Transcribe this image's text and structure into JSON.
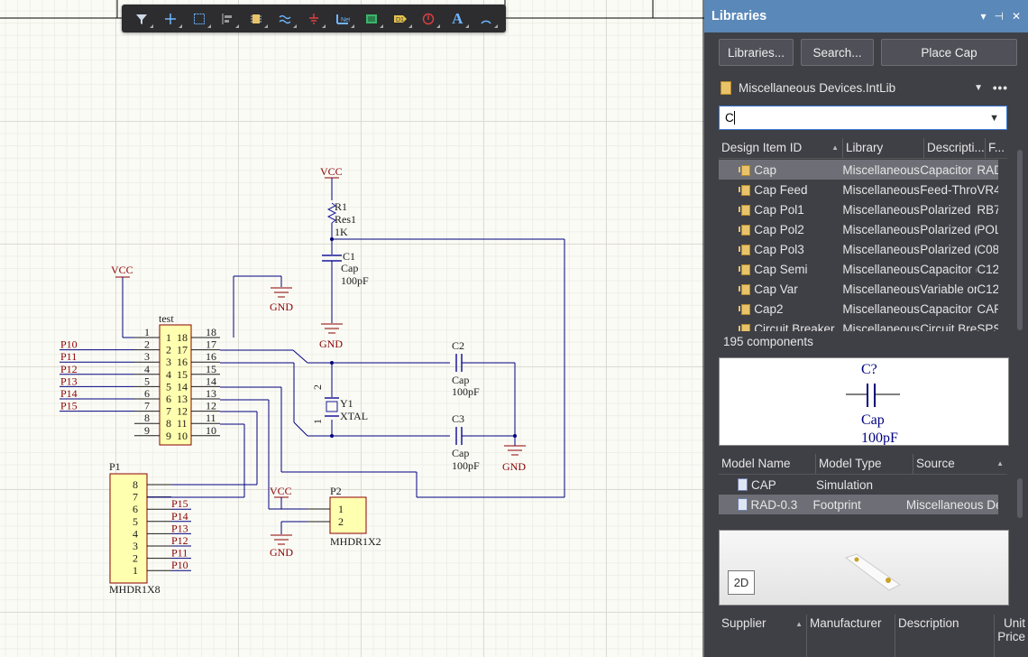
{
  "toolbar": {
    "icons": [
      "filter-icon",
      "crosshair-icon",
      "select-rect-icon",
      "align-icon",
      "place-part-icon",
      "wire-icon",
      "power-port-icon",
      "bus-icon",
      "sheet-symbol-icon",
      "port-icon",
      "directive-icon",
      "text-icon",
      "arc-icon"
    ]
  },
  "schematic": {
    "vcc1": "VCC",
    "vcc2": "VCC",
    "vcc3": "VCC",
    "gnd1": "GND",
    "gnd2": "GND",
    "gnd3": "GND",
    "gnd4": "GND",
    "r1": {
      "designator": "R1",
      "comment": "Res1",
      "value": "1K"
    },
    "c1": {
      "designator": "C1",
      "comment": "Cap",
      "value": "100pF"
    },
    "c2": {
      "designator": "C2",
      "comment": "Cap",
      "value": "100pF"
    },
    "c3": {
      "designator": "C3",
      "comment": "Cap",
      "value": "100pF"
    },
    "y1": {
      "designator": "Y1",
      "comment": "XTAL",
      "pin2": "2",
      "pin1": "1"
    },
    "u_test": {
      "designator": "test",
      "left_pins": [
        "1",
        "2",
        "3",
        "4",
        "5",
        "6",
        "7",
        "8",
        "9"
      ],
      "right_pins": [
        "18",
        "17",
        "16",
        "15",
        "14",
        "13",
        "12",
        "11",
        "10"
      ],
      "inner_left": [
        "1",
        "2",
        "3",
        "4",
        "5",
        "6",
        "7",
        "8",
        "9"
      ],
      "inner_right": [
        "18",
        "17",
        "16",
        "15",
        "14",
        "13",
        "12",
        "11",
        "10"
      ],
      "nets_left": [
        "P10",
        "P11",
        "P12",
        "P13",
        "P14",
        "P15"
      ]
    },
    "p1": {
      "designator": "P1",
      "comment": "MHDR1X8",
      "pins": [
        "8",
        "7",
        "6",
        "5",
        "4",
        "3",
        "2",
        "1"
      ],
      "nets": [
        "P15",
        "P14",
        "P13",
        "P12",
        "P11",
        "P10"
      ]
    },
    "p2": {
      "designator": "P2",
      "comment": "MHDR1X2",
      "pins": [
        "1",
        "2"
      ]
    }
  },
  "panel": {
    "title": "Libraries",
    "buttons": {
      "libraries": "Libraries...",
      "search": "Search...",
      "place": "Place Cap"
    },
    "library": "Miscellaneous Devices.IntLib",
    "search_value": "C",
    "columns": [
      "Design Item ID",
      "Library",
      "Descripti...",
      "F..."
    ],
    "components": [
      {
        "id": "Cap",
        "library": "Miscellaneous",
        "desc": "Capacitor",
        "fp": "RAD"
      },
      {
        "id": "Cap Feed",
        "library": "Miscellaneous",
        "desc": "Feed-Thro",
        "fp": "VR4"
      },
      {
        "id": "Cap Pol1",
        "library": "Miscellaneous",
        "desc": "Polarized",
        "fp": "RB7"
      },
      {
        "id": "Cap Pol2",
        "library": "Miscellaneous",
        "desc": "Polarized (",
        "fp": "POL"
      },
      {
        "id": "Cap Pol3",
        "library": "Miscellaneous",
        "desc": "Polarized (",
        "fp": "C08"
      },
      {
        "id": "Cap Semi",
        "library": "Miscellaneous",
        "desc": "Capacitor (",
        "fp": "C12"
      },
      {
        "id": "Cap Var",
        "library": "Miscellaneous",
        "desc": "Variable or",
        "fp": "C12"
      },
      {
        "id": "Cap2",
        "library": "Miscellaneous",
        "desc": "Capacitor",
        "fp": "CAP"
      },
      {
        "id": "Circuit Breaker",
        "library": "Miscellaneous",
        "desc": "Circuit Bre",
        "fp": "SPST"
      }
    ],
    "count": "195 components",
    "preview": {
      "designator": "C?",
      "comment": "Cap",
      "value": "100pF"
    },
    "model_columns": [
      "Model Name",
      "Model Type",
      "Source"
    ],
    "models": [
      {
        "name": "CAP",
        "type": "Simulation",
        "source": ""
      },
      {
        "name": "RAD-0.3",
        "type": "Footprint",
        "source": "Miscellaneous De"
      }
    ],
    "view_button": "2D",
    "supplier_columns": [
      "Supplier",
      "Manufacturer",
      "Description",
      "Unit Price"
    ]
  },
  "colors": {
    "panel_bg": "#3f3f46",
    "title_bar": "#5a88b8",
    "wire": "#00007f",
    "net_label": "#8b0000",
    "component_fill": "#ffffb0"
  }
}
